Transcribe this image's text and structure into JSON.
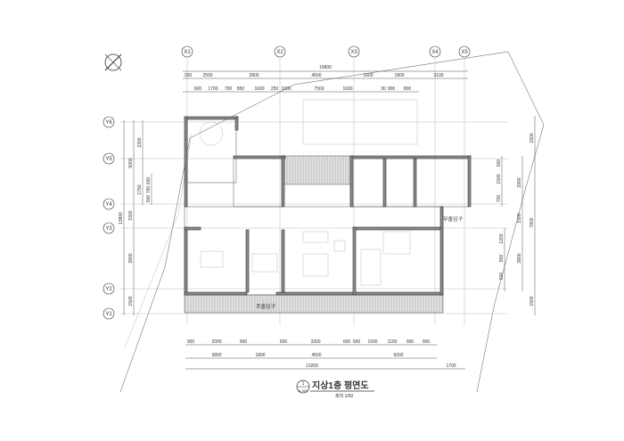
{
  "drawing": {
    "title": "지상1층 평면도",
    "scale": "축척 1/50",
    "marker_number": "1",
    "marker_sheet": "A-302",
    "main_entrance": "주출입구",
    "side_entrance": "부출입구"
  },
  "grid_x": [
    "X1",
    "X2",
    "X3",
    "X4",
    "X5"
  ],
  "grid_y": [
    "Y6",
    "Y5",
    "Y4",
    "Y3",
    "Y2",
    "Y1"
  ],
  "top_dims": {
    "overall": "16800",
    "row2": [
      "200",
      "2500",
      "2800",
      "4500",
      "1600",
      "1800",
      "3100"
    ],
    "row3": [
      "600",
      "1700",
      "700",
      "850",
      "1600",
      "250",
      "1000",
      "7500",
      "1000",
      "30",
      "900",
      "800"
    ]
  },
  "bottom_dims": {
    "row1": [
      "900",
      "2000",
      "900",
      "600",
      "3300",
      "600",
      "600",
      "1500",
      "1100",
      "900",
      "900"
    ],
    "row2": [
      "3800",
      "1800",
      "4500",
      "5000"
    ],
    "row3": [
      "13200",
      "1700"
    ]
  },
  "left_dims": [
    "13800",
    "5000",
    "1500",
    "3800",
    "1500",
    "2300",
    "1750",
    "600",
    "700",
    "500"
  ],
  "right_dims": [
    "1500",
    "600",
    "1500",
    "700",
    "2900",
    "1500",
    "7800",
    "1200",
    "900",
    "600",
    "3800",
    "1500"
  ]
}
